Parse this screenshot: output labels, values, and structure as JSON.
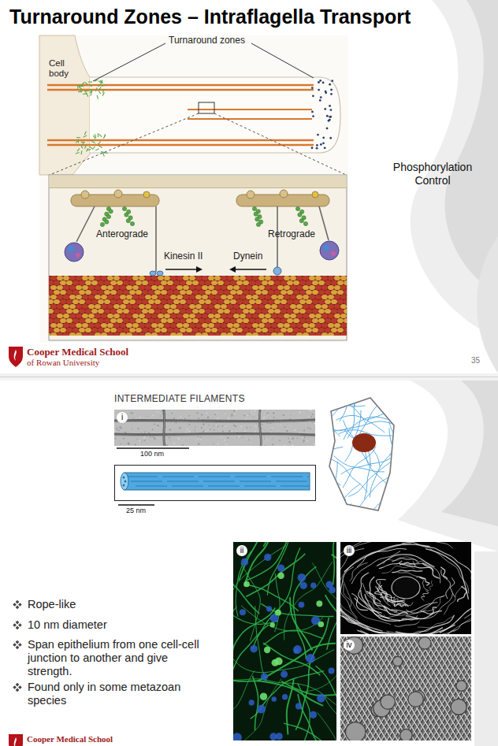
{
  "diagram": {
    "title": "Turnaround Zones – Intraflagella Transport",
    "nodes": [
      {
        "text": [
          "Anterograde",
          "Retrograde",
          "Kinesin II",
          "Dynein"
        ]
      },
      {
        "text": [
          "i"
        ]
      },
      {
        "text": [
          "ii"
        ]
      },
      {
        "text": [
          "iii"
        ]
      },
      {
        "text": [
          "iv"
        ]
      }
    ],
    "labels": [
      "Cell body",
      "Turnaround zones",
      "Phosphorylation Control",
      "Cooper Medical School",
      "of Rowan University",
      "35",
      "INTERMEDIATE FILAMENTS",
      "100 nm",
      "25 nm",
      "Rope-like",
      "10 nm diameter",
      "Span epithelium from one cell-cell junction to another and give strength.",
      "Found only in some metazoan species",
      "Cooper Medical School"
    ]
  }
}
